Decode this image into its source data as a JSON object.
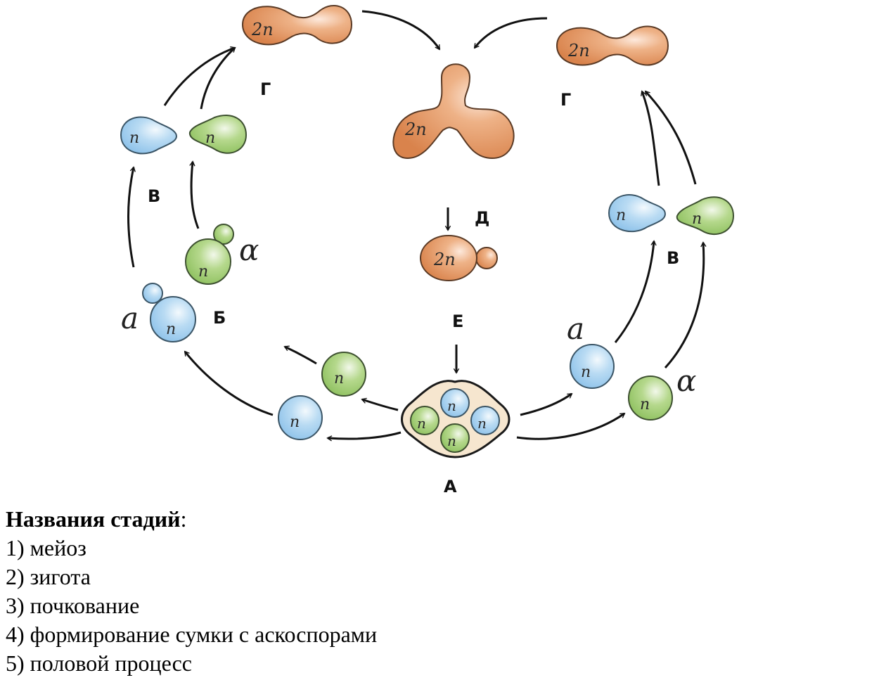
{
  "colors": {
    "blue_cell": "#a9d2ef",
    "green_cell": "#a9d27e",
    "orange_cell": "#e69a63",
    "ascus_fill": "#f6e6cf",
    "outline": "#3b4a4f"
  },
  "diagram": {
    "ploidy_haploid": "n",
    "ploidy_diploid": "2n",
    "allele_a": "a",
    "allele_alpha": "α",
    "stages": {
      "A": "А",
      "B": "Б",
      "V_left": "В",
      "V_right": "В",
      "G_left": "Г",
      "G_right": "Г",
      "D": "Д",
      "E": "Е"
    }
  },
  "legend": {
    "title": "Названия стадий",
    "title_suffix": ":",
    "items": [
      "1) мейоз",
      "2) зигота",
      "3) почкование",
      "4) формирование сумки с аскоспорами",
      "5) половой процесс"
    ]
  }
}
